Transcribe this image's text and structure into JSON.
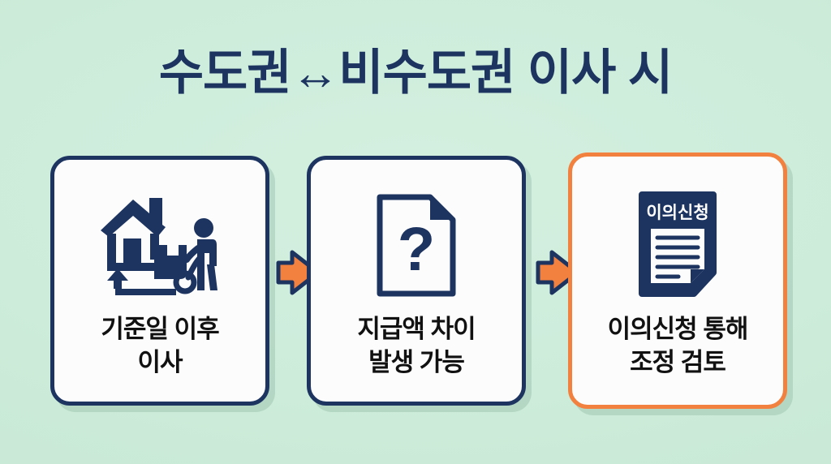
{
  "page": {
    "title": "수도권↔비수도권 이사 시",
    "background_color": "#cfeedc",
    "navy": "#1d3461",
    "orange": "#f2803f",
    "text_color": "#111111"
  },
  "flow": {
    "steps": [
      {
        "id": "step-1",
        "icon": "moving-house-icon",
        "label": "기준일 이후\n이사",
        "border_color": "#1d3461",
        "highlight": false
      },
      {
        "id": "step-2",
        "icon": "question-document-icon",
        "label": "지급액 차이\n발생 가능",
        "border_color": "#1d3461",
        "highlight": false
      },
      {
        "id": "step-3",
        "icon": "appeal-document-icon",
        "icon_text": "이의신청",
        "label": "이의신청 통해\n조정 검토",
        "border_color": "#f2803f",
        "highlight": true
      }
    ],
    "connectors": [
      {
        "id": "connector-1",
        "icon": "right-arrow-icon",
        "color": "#f2803f"
      },
      {
        "id": "connector-2",
        "icon": "right-arrow-icon",
        "color": "#f2803f"
      }
    ]
  }
}
